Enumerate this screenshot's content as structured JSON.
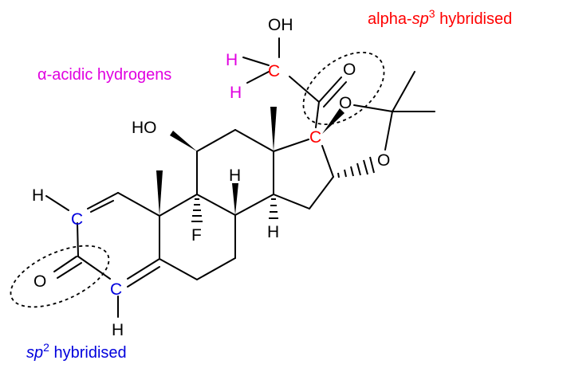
{
  "annotations": {
    "alpha_acidic": "α-acidic hydrogens",
    "alpha_sp3_prefix": "alpha-",
    "alpha_sp3_italic": "sp",
    "alpha_sp3_sup": "3",
    "alpha_sp3_suffix": " hybridised",
    "sp2_italic": "sp",
    "sp2_sup": "2",
    "sp2_suffix": " hybridised"
  },
  "atoms": {
    "oh_top": "OH",
    "oh_left": "HO",
    "h_pink": "H",
    "c_red": "C",
    "o_ketone": "O",
    "o_acetal_upper": "O",
    "o_acetal_lower": "O",
    "c_blue": "C",
    "h_black": "H",
    "f": "F",
    "o_enone": "O"
  },
  "colors": {
    "magenta": "#e000e0",
    "red": "#ff0000",
    "blue": "#0000dd",
    "black": "#000000"
  }
}
